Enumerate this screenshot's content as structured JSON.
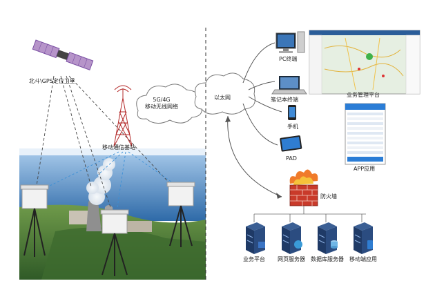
{
  "labels": {
    "satellite": "北斗\\GPS定位卫星",
    "wireless_network": "5G/4G\n移动无线网络",
    "base_station": "移动通信基站",
    "ethernet": "以太网",
    "pc_terminal": "PC终端",
    "laptop_terminal": "笔记本终端",
    "mobile_phone": "手机",
    "pad": "PAD",
    "business_platform": "业务管理平台",
    "app": "APP应用",
    "firewall": "防火墙",
    "server_business": "业务平台",
    "server_web": "网页服务器",
    "server_db": "数据库服务器",
    "server_mobile": "移动端应用"
  },
  "colors": {
    "dashed_divider": "#333333",
    "link_line": "#555555",
    "wireless_link": "#4aa3df",
    "firewall_red": "#d9442c",
    "server_body": "#1f3a66",
    "map_bg": "#e6efe2",
    "sea": "#5a90c8",
    "land": "#4f7a3a"
  },
  "icons": [
    "satellite-icon",
    "cloud-icon",
    "tower-icon",
    "monitor-icon",
    "laptop-icon",
    "phone-icon",
    "tablet-icon",
    "firewall-icon",
    "server-icon"
  ]
}
